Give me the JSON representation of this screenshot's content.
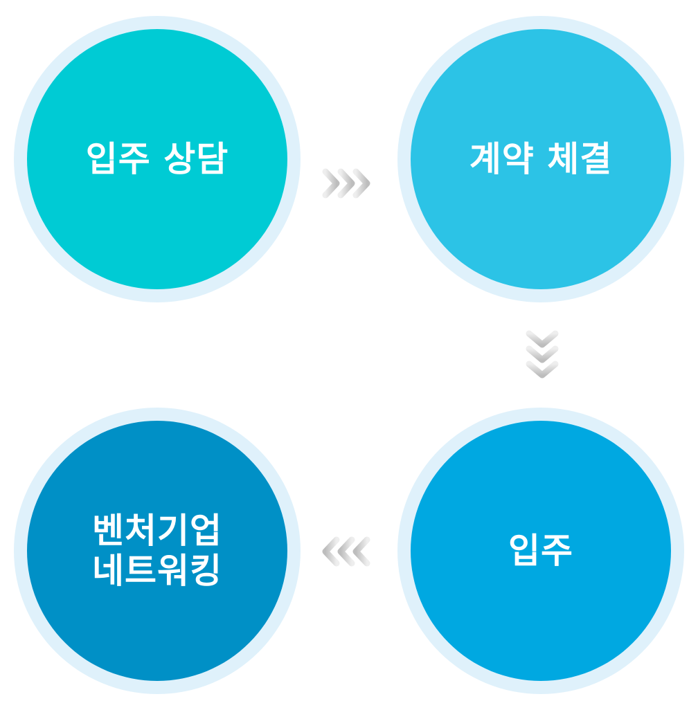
{
  "steps": [
    {
      "id": "consult",
      "label": "입주 상담",
      "color": "#00cbd4"
    },
    {
      "id": "contract",
      "label": "계약 체결",
      "color": "#2cc3e6"
    },
    {
      "id": "move_in",
      "label": "입주",
      "color": "#00a8e1"
    },
    {
      "id": "network",
      "label": "벤처기업\n네트워킹",
      "color": "#0090c6"
    }
  ],
  "colors": {
    "ring": "#dff1fb",
    "arrow": "#c8c8c8"
  },
  "arrows": [
    {
      "from": "consult",
      "to": "contract",
      "direction": "right"
    },
    {
      "from": "contract",
      "to": "move_in",
      "direction": "down"
    },
    {
      "from": "move_in",
      "to": "network",
      "direction": "left"
    }
  ]
}
